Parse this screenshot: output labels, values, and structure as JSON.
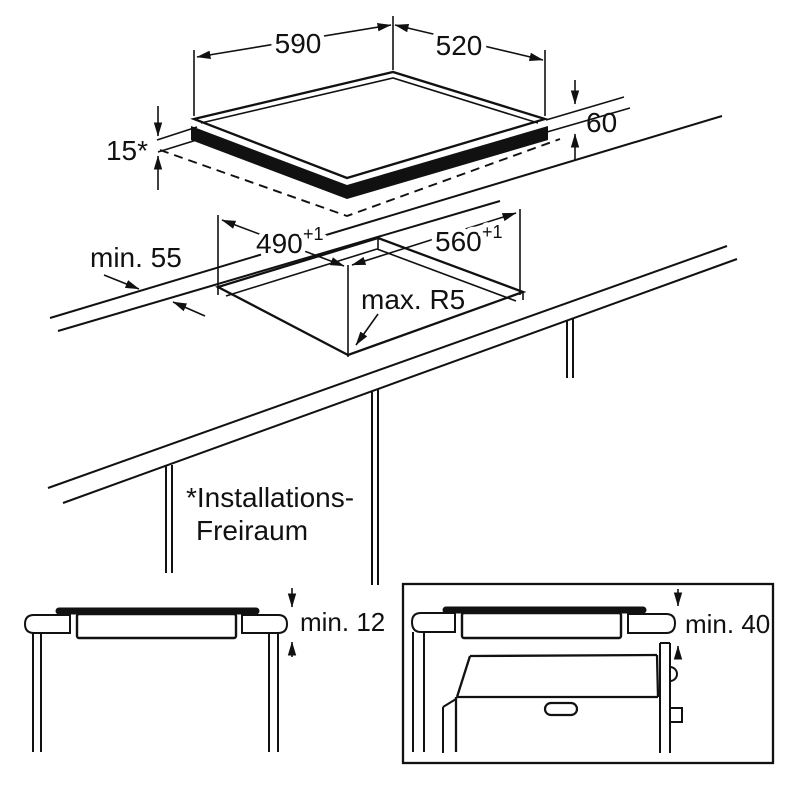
{
  "colors": {
    "ink": "#111111",
    "paper": "#ffffff"
  },
  "hob_view": {
    "width": "590",
    "depth": "520",
    "height": "60",
    "clearance": "15*"
  },
  "cutout_view": {
    "depth": "490",
    "depth_tolerance": "+1",
    "width": "560",
    "width_tolerance": "+1",
    "corner_radius": "max. R5",
    "edge_distance": "min. 55"
  },
  "footnote": {
    "line1": "*Installations-",
    "line2": "Freiraum"
  },
  "worktop_section": {
    "min_thickness": "min. 12"
  },
  "oven_section": {
    "min_clearance": "min. 40"
  }
}
